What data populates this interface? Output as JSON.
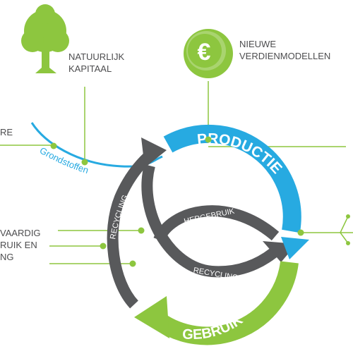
{
  "labels": {
    "natural_capital_line1": "NATUURLIJK",
    "natural_capital_line2": "KAPITAAL",
    "new_models_line1": "NIEUWE",
    "new_models_line2": "VERDIENMODELLEN",
    "left_top_fragment": "RE",
    "left_mid_line1": "VAARDIG",
    "left_mid_line2": "RUIK EN",
    "left_mid_line3": "NG",
    "raw_materials": "Grondstoffen",
    "production": "PRODUCTIE",
    "usage": "GEBRUIK",
    "reuse": "HERGEBRUIK",
    "recycling_left": "RECYCLING",
    "recycling_bottom": "RECYCLING",
    "euro_symbol": "€"
  },
  "colors": {
    "green": "#8dc63f",
    "blue": "#27aae1",
    "dark_gray": "#58595b",
    "text_dark": "#4d4d4f",
    "white": "#ffffff"
  },
  "icons": {
    "tree": "tree-icon",
    "coin": "euro-coin-icon"
  }
}
